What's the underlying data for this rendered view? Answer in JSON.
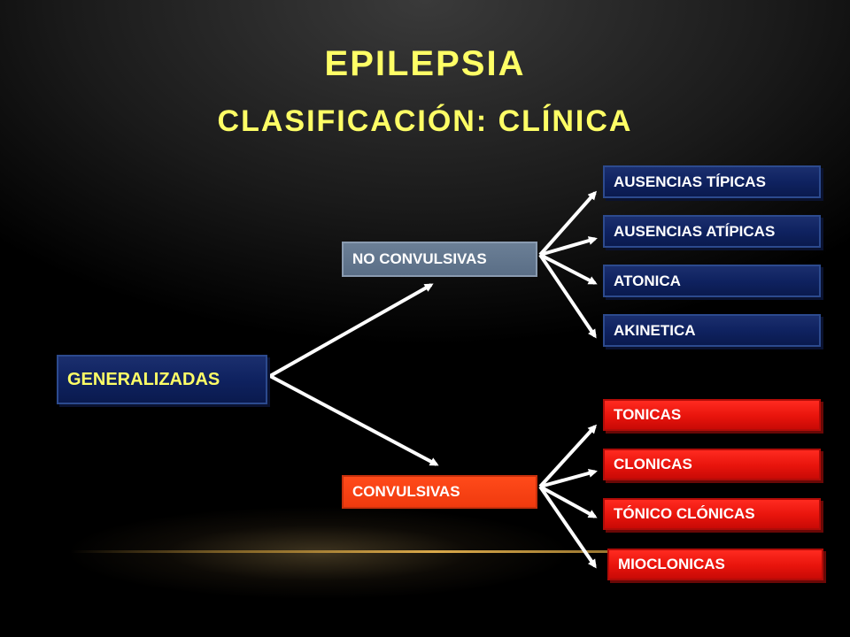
{
  "title": "EPILEPSIA",
  "subtitle": "CLASIFICACIÓN: CLÍNICA",
  "root": {
    "label": "GENERALIZADAS"
  },
  "branches": {
    "no_convulsivas": {
      "label": "NO CONVULSIVAS",
      "children": [
        "AUSENCIAS TÍPICAS",
        "AUSENCIAS ATÍPICAS",
        "ATONICA",
        "AKINETICA"
      ]
    },
    "convulsivas": {
      "label": "CONVULSIVAS",
      "children": [
        "TONICAS",
        "CLONICAS",
        "TÓNICO CLÓNICAS",
        "MIOCLONICAS"
      ]
    }
  },
  "colors": {
    "title": "#ffff66",
    "root_box": "#0f2260",
    "no_convulsivas_box": "#5a6e86",
    "convulsivas_box": "#f03a0e",
    "blue_leaf": "#0f2260",
    "red_leaf": "#e8140c",
    "arrows": "#ffffff"
  }
}
